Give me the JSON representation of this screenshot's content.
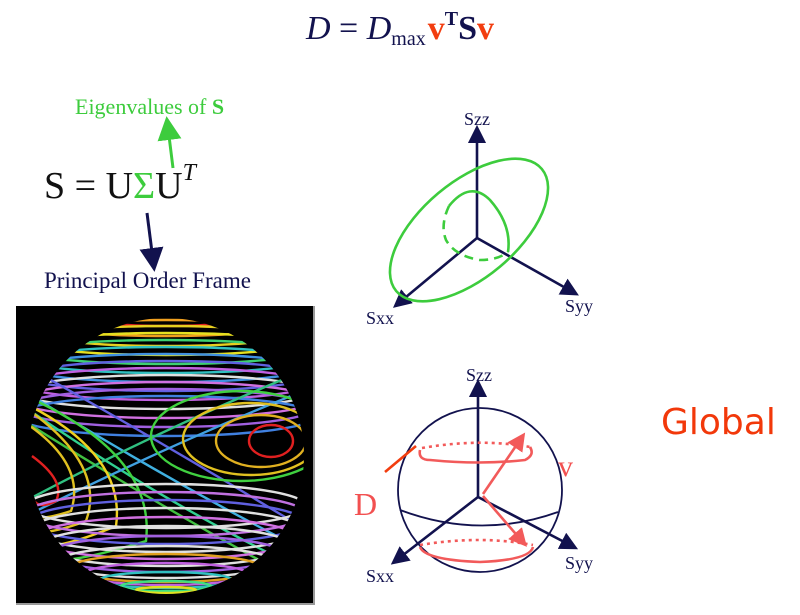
{
  "equation": {
    "lhs": "D",
    "equals": " = ",
    "dmax_base": "D",
    "dmax_sub": "max",
    "v1": "v",
    "sup_T": "T",
    "S": "S",
    "v2": "v"
  },
  "decomposition": {
    "eigen_label_text": "Eigenvalues of ",
    "eigen_label_bold": "S",
    "eq_S": "S",
    "eq_equals": " = ",
    "eq_U1": "U",
    "eq_Sigma": "Σ",
    "eq_U2": "U",
    "eq_T": "T",
    "frame_label": "Principal Order Frame"
  },
  "ellipsoid_diagram": {
    "axis_z": "Szz",
    "axis_x": "Sxx",
    "axis_y": "Syy"
  },
  "sphere_diagram": {
    "axis_z": "Szz",
    "axis_x": "Sxx",
    "axis_y": "Syy",
    "label_D": "D",
    "label_v": "v"
  },
  "side_label": "Global",
  "colors": {
    "navy": "#12124e",
    "green": "#3dcc3d",
    "red_orange": "#f23d0f",
    "salmon": "#f25a5a"
  }
}
